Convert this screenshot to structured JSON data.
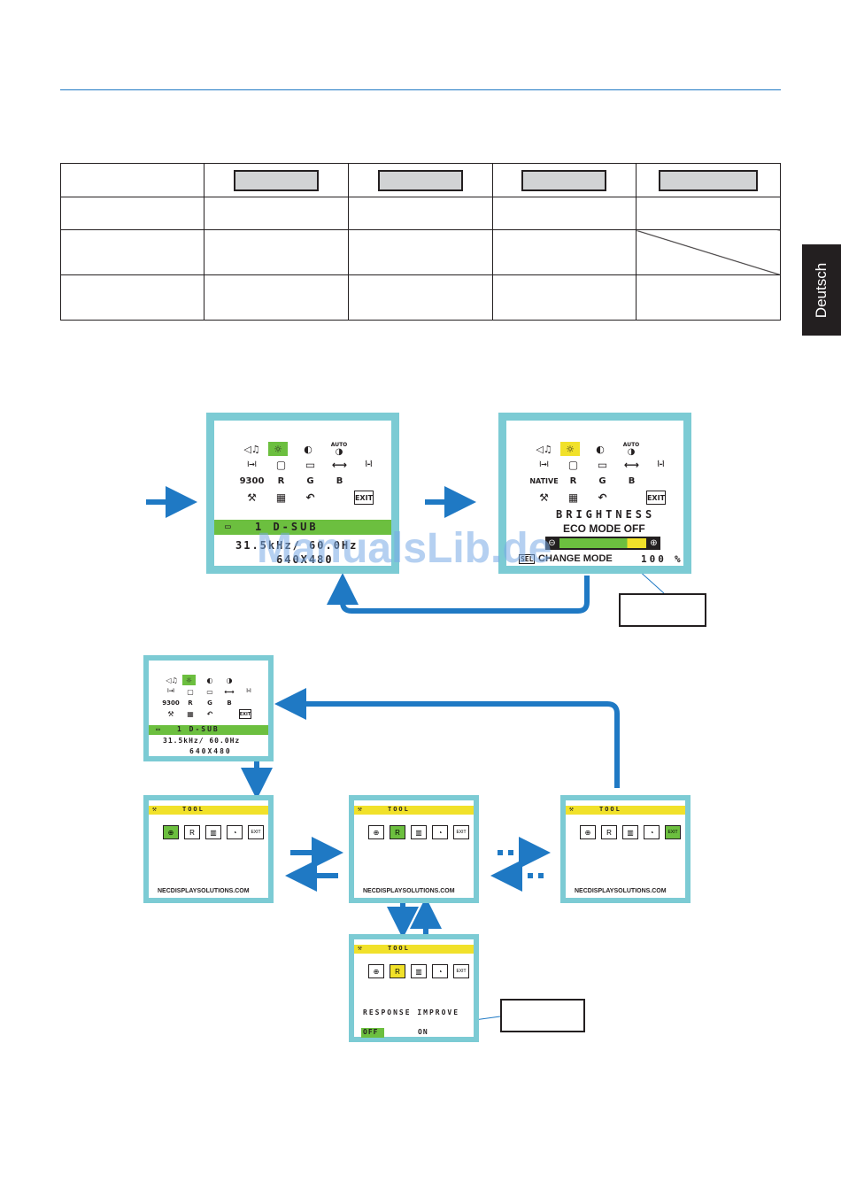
{
  "language_tab": "Deutsch",
  "watermark": "ManualsLib.de",
  "osd_main": {
    "row1": [
      "◁♫",
      "☼",
      "◐",
      "◑"
    ],
    "auto_label": "AUTO",
    "row2": [
      "⦚→⦚",
      "▢",
      "▭",
      "⟷",
      "⦚-⦚"
    ],
    "row3_a": [
      "9300",
      "R",
      "G",
      "B"
    ],
    "row3_b": [
      "NATIVE",
      "R",
      "G",
      "B"
    ],
    "row4": [
      "⚒",
      "▦",
      "↶",
      "EXIT"
    ],
    "input": "1  D-SUB",
    "freq": "31.5kHz/ 60.0Hz",
    "res": "640X480"
  },
  "osd_brightness": {
    "title": "BRIGHTNESS",
    "eco": "ECO MODE OFF",
    "mode": "CHANGE MODE",
    "value": "100",
    "unit": "%",
    "level": 1.0,
    "sel_label": "SEL"
  },
  "osd_small": {
    "input": "1  D-SUB",
    "freq": "31.5kHz/ 60.0Hz",
    "res": "640X480"
  },
  "tool": {
    "title": "TOOL",
    "url": "NECDISPLAYSOLUTIONS.COM",
    "response": "RESPONSE  IMPROVE",
    "off": "OFF",
    "on": "ON",
    "exit": "EXIT"
  },
  "colors": {
    "frame": "#7ccbd4",
    "select_green": "#6cbf3f",
    "select_yellow": "#f1e12a",
    "arrow": "#1f79c4"
  }
}
